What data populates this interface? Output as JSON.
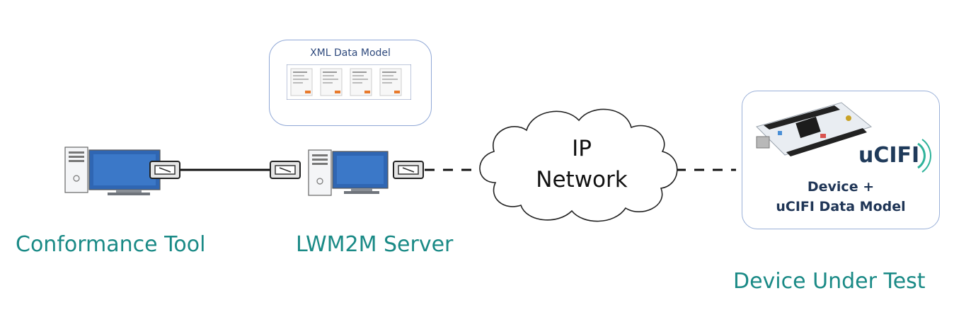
{
  "labels": {
    "conformance_tool": "Conformance Tool",
    "lwm2m_server": "LWM2M Server",
    "device_under_test": "Device Under Test"
  },
  "xml_model": {
    "title": "XML Data Model"
  },
  "network": {
    "line1": "IP",
    "line2": "Network"
  },
  "device": {
    "line1": "Device +",
    "line2": "uCIFI Data Model",
    "logo_text": "uCIFI"
  },
  "colors": {
    "label_teal": "#1a8a86",
    "monitor_blue": "#2f66b3",
    "box_border": "#8fa7d6",
    "logo_green": "#2fb39a",
    "logo_dark": "#1f3a5a"
  },
  "icons": {
    "computer": "desktop-computer-icon",
    "connector": "rj45-connector-icon",
    "cloud": "cloud-icon",
    "board": "microcontroller-board-icon"
  }
}
